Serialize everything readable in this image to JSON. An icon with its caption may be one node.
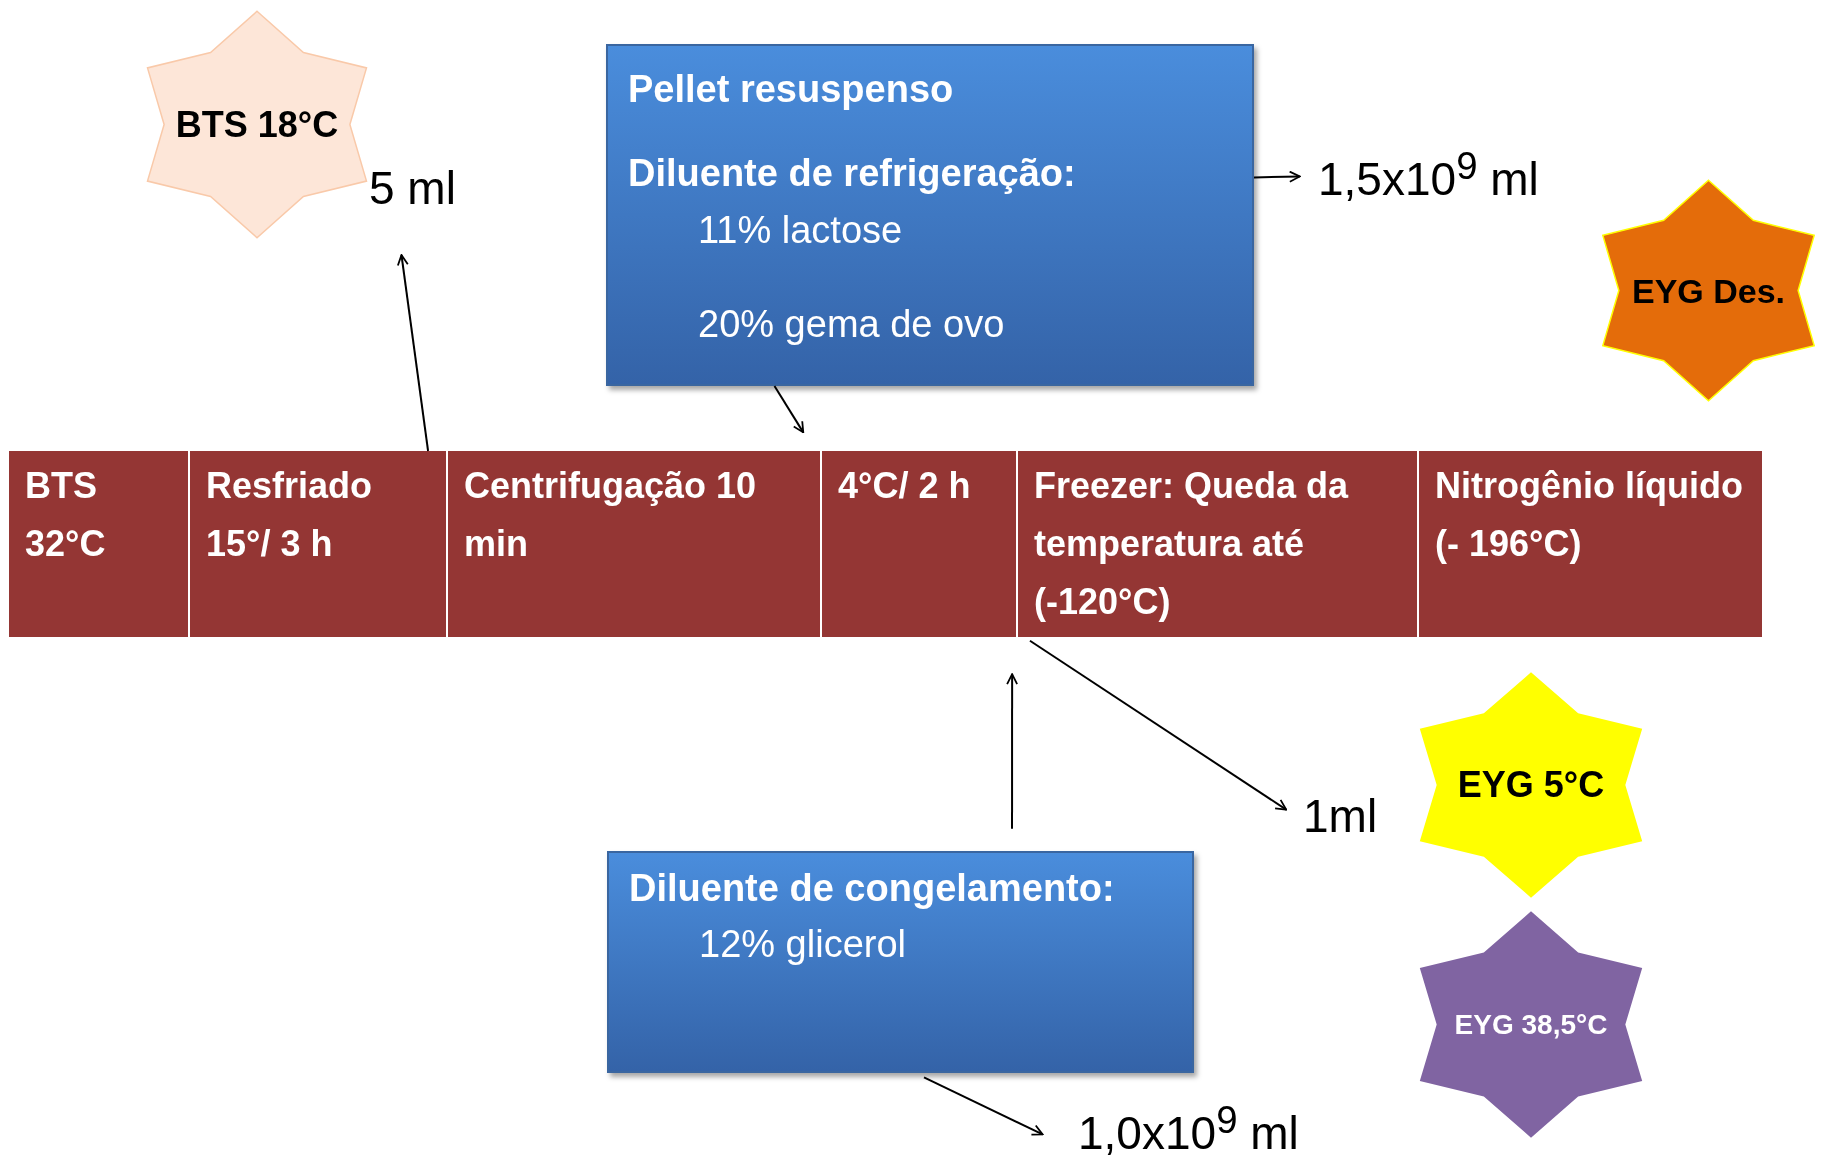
{
  "diagram": {
    "nodes": [
      {
        "text": [
          "BTS 18°C"
        ]
      },
      {
        "text": [
          "5 ml"
        ]
      },
      {
        "text": [
          "Pellet resuspenso",
          "Diluente de refrigeração:",
          "11% lactose",
          "20% gema de ovo"
        ]
      },
      {
        "text": [
          "1,5x10$^{9}$ ml"
        ]
      },
      {
        "text": [
          "EYG Des."
        ]
      },
      {
        "text": [
          "BTS 32°C"
        ]
      },
      {
        "text": [
          "Resfriado 15°/ 3 h"
        ]
      },
      {
        "text": [
          "Centrifugação 10 min"
        ]
      },
      {
        "text": [
          "4°C/ 2 h"
        ]
      },
      {
        "text": [
          "Freezer: Queda da temperatura até (-120°C)"
        ]
      },
      {
        "text": [
          "Nitrogênio líquido (- 196°C)"
        ]
      },
      {
        "text": [
          "EYG 5°C"
        ]
      },
      {
        "text": [
          "1ml"
        ]
      },
      {
        "text": [
          "EYG 38,5°C"
        ]
      },
      {
        "text": [
          "Diluente de congelamento:",
          "12% glicerol"
        ]
      },
      {
        "text": [
          "1,0x10$^{9}$ ml"
        ]
      }
    ],
    "edges": [
      {
        "from": 6,
        "to": 1,
        "arrow": "to"
      },
      {
        "from": 2,
        "to": 3,
        "arrow": "to"
      },
      {
        "from": 2,
        "to": 7,
        "arrow": "to"
      },
      {
        "from": 14,
        "to": 8,
        "arrow": "to"
      },
      {
        "from": 9,
        "to": 12,
        "arrow": "to"
      },
      {
        "from": 14,
        "to": 15,
        "arrow": "to"
      }
    ]
  }
}
